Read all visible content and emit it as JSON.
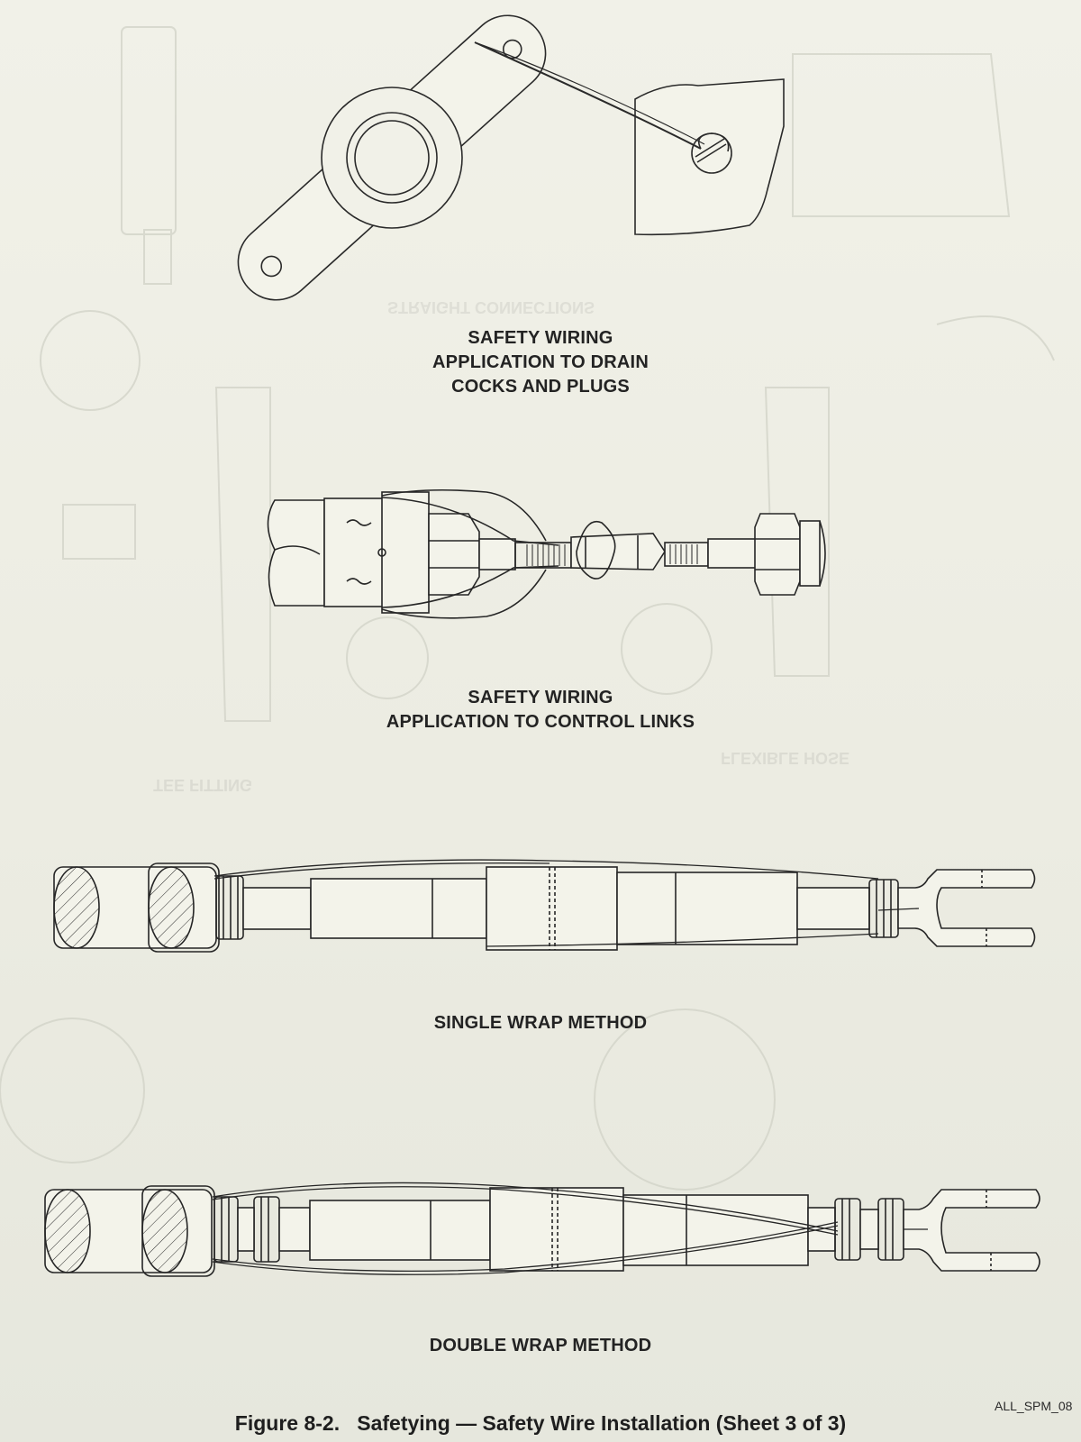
{
  "figure_title": "Figure 8-2.   Safetying — Safety Wire Installation (Sheet 3 of 3)",
  "document_id": "ALL_SPM_08",
  "captions": {
    "drain_cocks": [
      "SAFETY WIRING",
      "APPLICATION TO DRAIN",
      "COCKS AND PLUGS"
    ],
    "control_links": [
      "SAFETY WIRING",
      "APPLICATION TO CONTROL LINKS"
    ],
    "single_wrap": "SINGLE WRAP METHOD",
    "double_wrap": "DOUBLE WRAP METHOD"
  },
  "colors": {
    "paper": "#efefe6",
    "ink": "#1c1c1c",
    "show_through": "#c9cabf"
  }
}
